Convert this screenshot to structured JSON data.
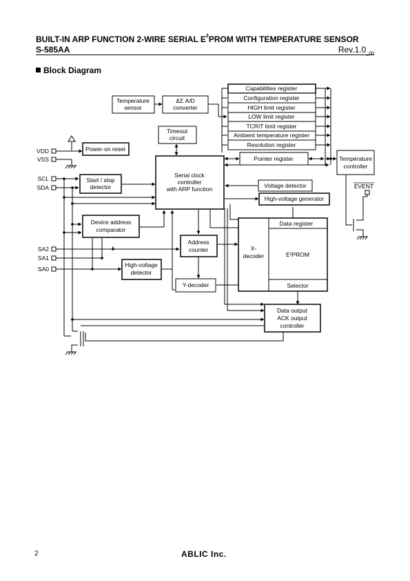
{
  "header": {
    "title_pre": "BUILT-IN ARP FUNCTION 2-WIRE SERIAL E",
    "title_sup": "2",
    "title_post": "PROM WITH TEMPERATURE SENSOR",
    "part_number": "S-585AA",
    "revision": "Rev.1.0",
    "revision_sub": "_00"
  },
  "section_title": "Block Diagram",
  "blocks": {
    "temp_sensor": [
      "Temperature",
      "sensor"
    ],
    "adc": [
      "ΔΣ A/D",
      "converter"
    ],
    "capabilities_reg": [
      "Capabilities register"
    ],
    "configuration_reg": [
      "Configuration register"
    ],
    "high_limit_reg": [
      "HIGH limit register"
    ],
    "low_limit_reg": [
      "LOW limit register"
    ],
    "tcrit_limit_reg": [
      "TCRIT limit register"
    ],
    "ambient_temp_reg": [
      "Ambient temperature register"
    ],
    "resolution_reg": [
      "Resolution register"
    ],
    "timeout_circuit": [
      "Timeout",
      "circuit"
    ],
    "power_on_reset": [
      "Power-on reset"
    ],
    "start_stop": [
      "Start / stop",
      "detector"
    ],
    "serial_clock": [
      "Serial clock",
      "controller",
      "with ARP function"
    ],
    "pointer_reg": [
      "Pointer register"
    ],
    "temp_controller": [
      "Temperature",
      "controller"
    ],
    "voltage_detector": [
      "Voltage detector"
    ],
    "hv_generator": [
      "High-voltage generator"
    ],
    "device_addr": [
      "Device address",
      "comparator"
    ],
    "data_reg": [
      "Data register"
    ],
    "address_counter": [
      "Address",
      "counter"
    ],
    "x_decoder": [
      "X-",
      "decoder"
    ],
    "eeprom": [
      "E²PROM"
    ],
    "hv_detector": [
      "High-voltage",
      "detector"
    ],
    "y_decoder": [
      "Y-decoder"
    ],
    "selector": [
      "Selector"
    ],
    "data_output": [
      "Data output",
      "ACK output",
      "controller"
    ]
  },
  "pins": {
    "vdd": "VDD",
    "vss": "VSS",
    "scl": "SCL",
    "sda": "SDA",
    "sa2": "SA2",
    "sa1": "SA1",
    "sa0": "SA0",
    "event": "EVENT"
  },
  "footer": {
    "page_number": "2",
    "brand": "ABLIC Inc."
  }
}
